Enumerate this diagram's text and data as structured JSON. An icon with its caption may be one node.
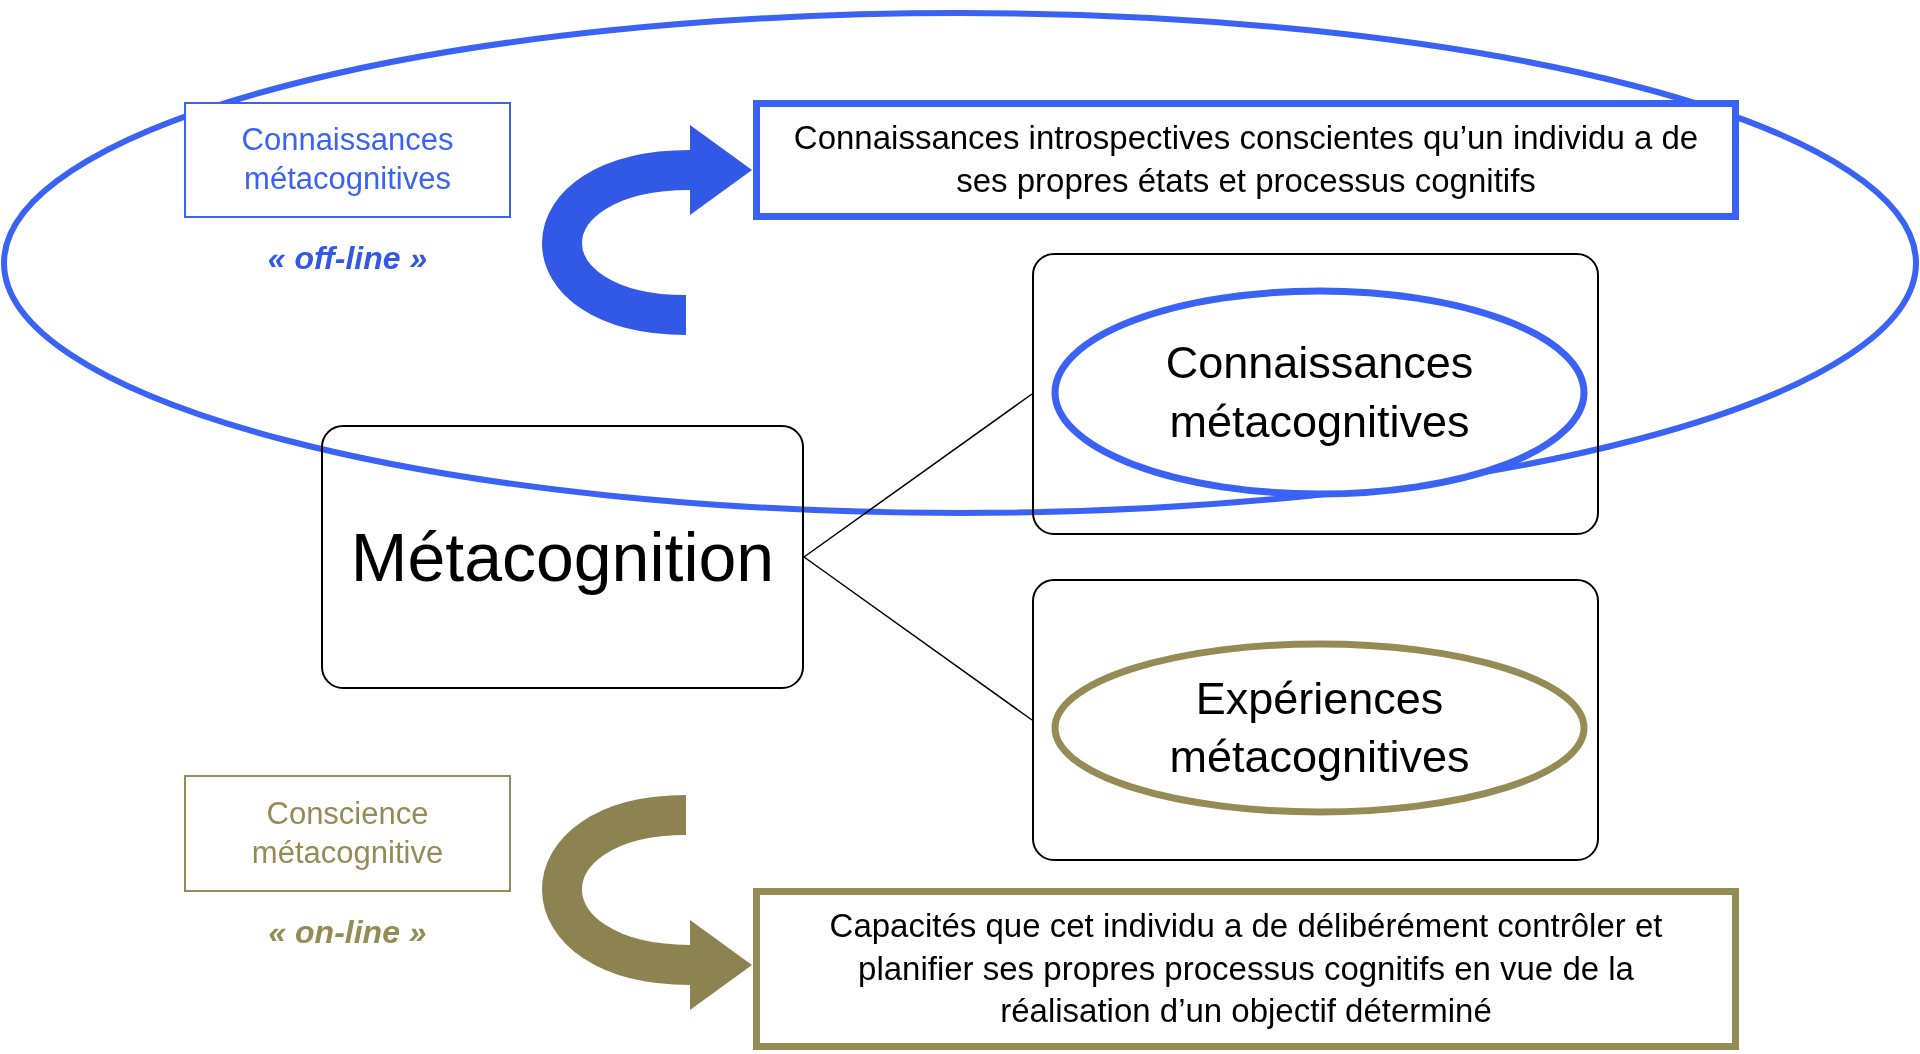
{
  "diagram": {
    "nodes": [
      {
        "text": [
          "Connaissances métacognitives"
        ],
        "beside": [
          "« off-line »"
        ]
      },
      {
        "text": [
          "Connaissances introspectives conscientes qu’un individu a de ses propres états et processus cognitifs"
        ]
      },
      {
        "text": [
          "Métacognition"
        ]
      },
      {
        "text": [],
        "shape": "box"
      },
      {
        "text": [
          "Connaissances métacognitives"
        ],
        "in": 3
      },
      {
        "text": [],
        "shape": "box"
      },
      {
        "text": [
          "Expériences métacognitives"
        ],
        "in": 5
      },
      {
        "text": [
          "Conscience métacognitive"
        ],
        "beside": [
          "« on-line »"
        ]
      },
      {
        "text": [
          "Capacités que cet individu a de délibérément contrôler et planifier ses propres processus cognitifs en vue de la réalisation d’un objectif déterminé"
        ]
      }
    ],
    "edges": [
      {
        "from": null,
        "to": 1,
        "arrow": "to",
        "style": "thick",
        "color": "#3258e6"
      },
      {
        "from": 2,
        "to": 3,
        "arrow": "none"
      },
      {
        "from": 2,
        "to": 5,
        "arrow": "none"
      },
      {
        "from": null,
        "to": 8,
        "arrow": "to",
        "style": "thick",
        "color": "#8c8350"
      }
    ]
  }
}
